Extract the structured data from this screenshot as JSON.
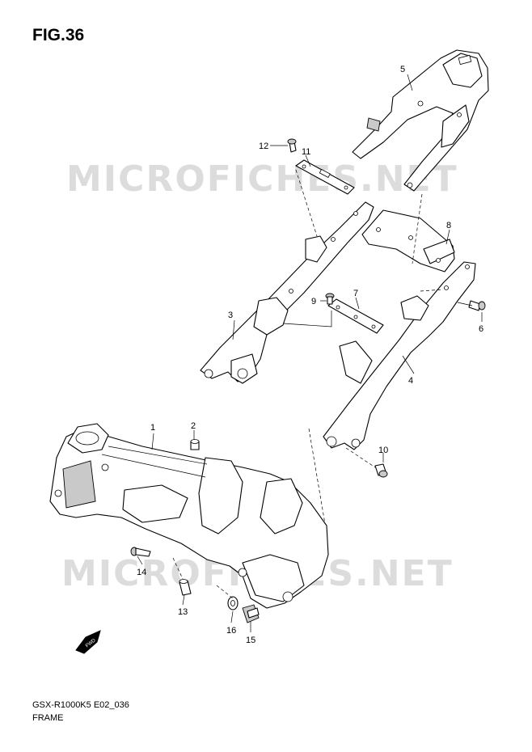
{
  "figure": {
    "title": "FIG.36"
  },
  "watermark": {
    "text": "MICROFICHES.NET"
  },
  "footer": {
    "code": "GSX-R1000K5 E02_036",
    "name": "FRAME"
  },
  "badge": {
    "text": "FWD"
  },
  "callouts": [
    {
      "id": "p1",
      "text": "1"
    },
    {
      "id": "p2",
      "text": "2"
    },
    {
      "id": "p3",
      "text": "3"
    },
    {
      "id": "p4",
      "text": "4"
    },
    {
      "id": "p5",
      "text": "5"
    },
    {
      "id": "p6",
      "text": "6"
    },
    {
      "id": "p7",
      "text": "7"
    },
    {
      "id": "p8",
      "text": "8"
    },
    {
      "id": "p9",
      "text": "9"
    },
    {
      "id": "p10",
      "text": "10"
    },
    {
      "id": "p11",
      "text": "11"
    },
    {
      "id": "p12",
      "text": "12"
    },
    {
      "id": "p13",
      "text": "13"
    },
    {
      "id": "p14",
      "text": "14"
    },
    {
      "id": "p15",
      "text": "15"
    },
    {
      "id": "p16",
      "text": "16"
    }
  ]
}
